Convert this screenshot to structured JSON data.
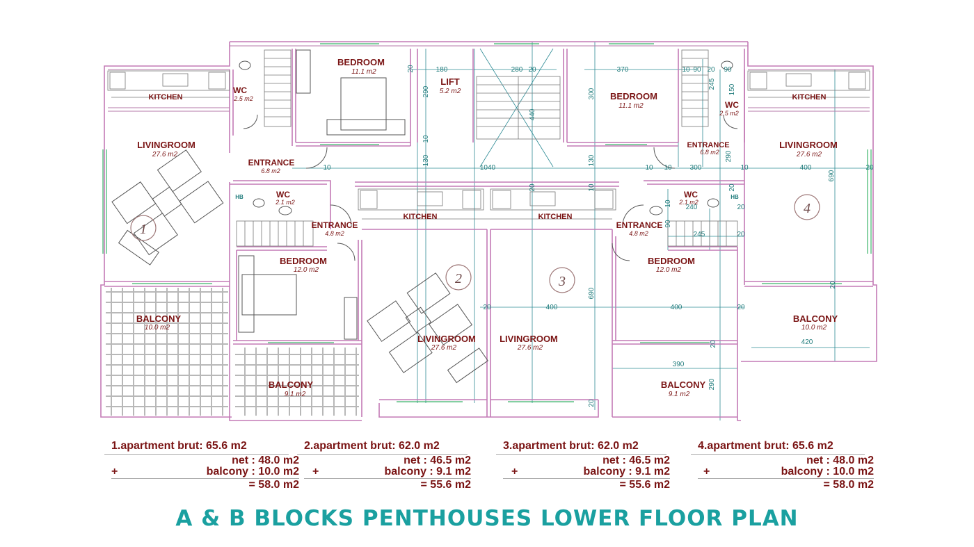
{
  "title": "A & B BLOCKS PENTHOUSES LOWER FLOOR PLAN",
  "colors": {
    "room_text": "#7a1414",
    "title": "#1aa0a0",
    "dimension": "#1f7b7b",
    "wall": "#c37ab5"
  },
  "apartment_numbers": [
    "1",
    "2",
    "3",
    "4"
  ],
  "rooms": {
    "a1_kitchen": {
      "name": "KITCHEN",
      "area": ""
    },
    "a1_wc_top": {
      "name": "WC",
      "area": "2.5 m2"
    },
    "a1_livingroom": {
      "name": "LIVINGROOM",
      "area": "27.6 m2"
    },
    "a1_balcony": {
      "name": "BALCONY",
      "area": "10.0 m2"
    },
    "top_bedroom_left": {
      "name": "BEDROOM",
      "area": "11.1 m2"
    },
    "top_entrance_left": {
      "name": "ENTRANCE",
      "area": "6.8 m2"
    },
    "lift": {
      "name": "LIFT",
      "area": "5.2 m2"
    },
    "top_bedroom_right": {
      "name": "BEDROOM",
      "area": "11.1 m2"
    },
    "top_entrance_right": {
      "name": "ENTRANCE",
      "area": "6.8 m2"
    },
    "a4_wc_top": {
      "name": "WC",
      "area": "2.5 m2"
    },
    "a4_kitchen": {
      "name": "KITCHEN",
      "area": ""
    },
    "a4_livingroom": {
      "name": "LIVINGROOM",
      "area": "27.6 m2"
    },
    "a4_balcony": {
      "name": "BALCONY",
      "area": "10.0 m2"
    },
    "a2_wc": {
      "name": "WC",
      "area": "2.1 m2"
    },
    "a2_entrance": {
      "name": "ENTRANCE",
      "area": "4.8 m2"
    },
    "a2_bedroom": {
      "name": "BEDROOM",
      "area": "12.0 m2"
    },
    "a2_kitchen": {
      "name": "KITCHEN",
      "area": ""
    },
    "a2_livingroom": {
      "name": "LIVINGROOM",
      "area": "27.6 m2"
    },
    "a2_balcony": {
      "name": "BALCONY",
      "area": "9.1 m2"
    },
    "a3_kitchen": {
      "name": "KITCHEN",
      "area": ""
    },
    "a3_livingroom": {
      "name": "LIVINGROOM",
      "area": "27.6 m2"
    },
    "a3_wc": {
      "name": "WC",
      "area": "2.1 m2"
    },
    "a3_entrance": {
      "name": "ENTRANCE",
      "area": "4.8 m2"
    },
    "a3_bedroom": {
      "name": "BEDROOM",
      "area": "12.0 m2"
    },
    "a3_balcony": {
      "name": "BALCONY",
      "area": "9.1 m2"
    }
  },
  "dimensions": [
    "20",
    "180",
    "280",
    "370",
    "10",
    "90",
    "20",
    "90",
    "290",
    "300",
    "245",
    "150",
    "440",
    "10",
    "130",
    "130",
    "10",
    "1040",
    "10",
    "10",
    "300",
    "10",
    "400",
    "20",
    "20",
    "290",
    "10",
    "20",
    "10",
    "240",
    "90",
    "20",
    "245",
    "20",
    "400",
    "690",
    "400",
    "20",
    "390",
    "20",
    "420",
    "20",
    "290",
    "690",
    "20",
    "20",
    "20",
    "HB",
    "HB"
  ],
  "summaries": [
    {
      "brut": "1.apartment brut: 65.6 m2",
      "net": "net : 48.0 m2",
      "plus": "+",
      "balcony": "balcony : 10.0 m2",
      "total": "= 58.0 m2"
    },
    {
      "brut": "2.apartment brut: 62.0 m2",
      "net": "net : 46.5 m2",
      "plus": "+",
      "balcony": "balcony : 9.1 m2",
      "total": "= 55.6 m2"
    },
    {
      "brut": "3.apartment brut: 62.0 m2",
      "net": "net : 46.5 m2",
      "plus": "+",
      "balcony": "balcony : 9.1 m2",
      "total": "= 55.6 m2"
    },
    {
      "brut": "4.apartment brut: 65.6 m2",
      "net": "net : 48.0 m2",
      "plus": "+",
      "balcony": "balcony : 10.0 m2",
      "total": "= 58.0 m2"
    }
  ]
}
